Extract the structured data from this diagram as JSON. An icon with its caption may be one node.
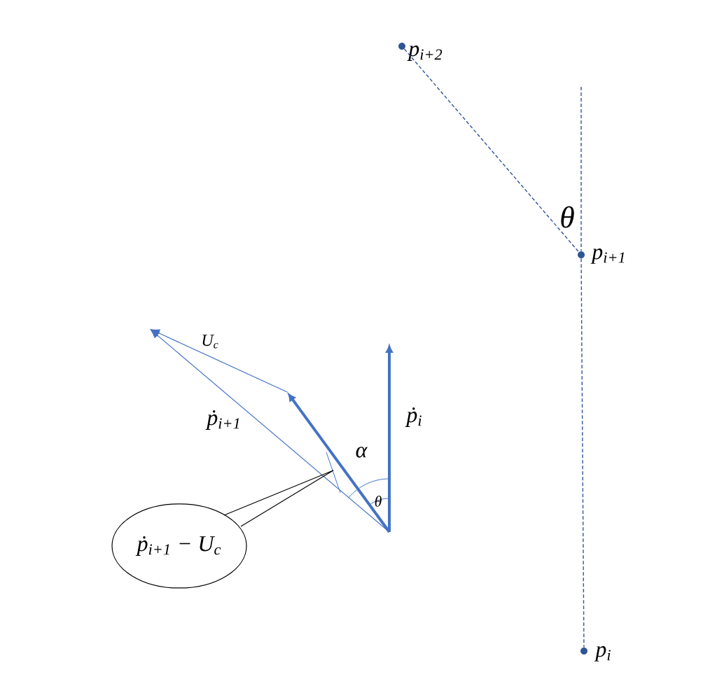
{
  "diagram": {
    "nodes": [
      {
        "text": [],
        "shape": "point",
        "beside": [
          "p$_{i+2}$"
        ]
      },
      {
        "text": [],
        "shape": "point",
        "beside": [
          "p$_{i+1}$"
        ]
      },
      {
        "text": [],
        "shape": "point",
        "beside": [
          "p$_{i}$"
        ]
      },
      {
        "text": [
          "ṗ$_{i+1}$ − U$_{c}$"
        ]
      }
    ],
    "edges": [
      {
        "from": 0,
        "to": 1,
        "arrow": "none",
        "style": "dashed"
      },
      {
        "from": null,
        "to": 1,
        "arrow": "none",
        "style": "dashed"
      },
      {
        "from": 1,
        "to": 2,
        "arrow": "none",
        "style": "dashed"
      },
      {
        "from": 3,
        "to": null,
        "arrow": "none",
        "color": "#000000"
      }
    ],
    "labels": [
      "θ",
      "U$_{c}$",
      "ṗ$_{i}$",
      "ṗ$_{i+1}$",
      "α",
      "θ"
    ]
  }
}
